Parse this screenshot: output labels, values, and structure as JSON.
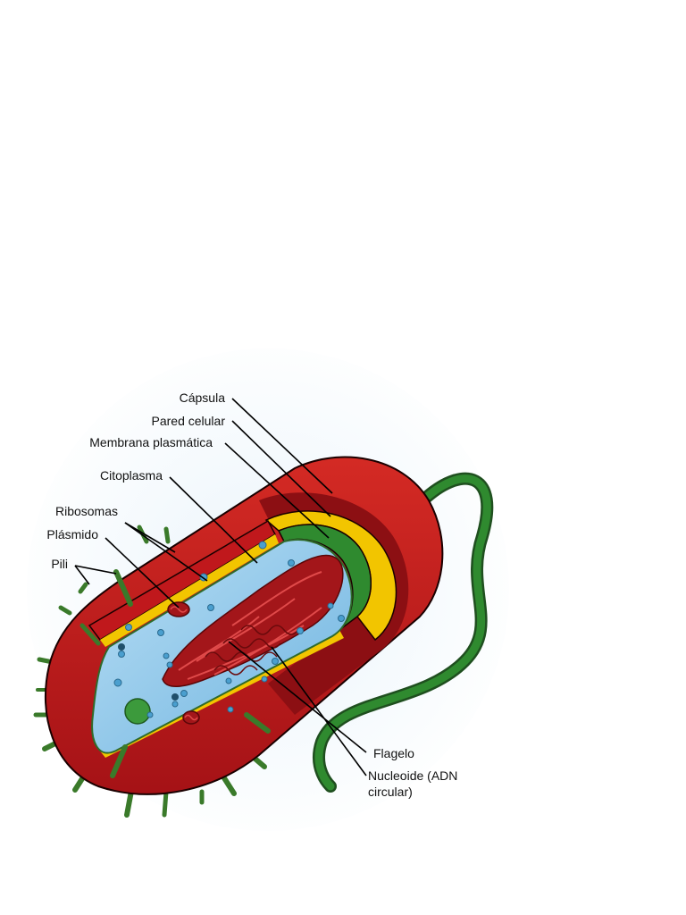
{
  "labels": {
    "capsula": "Cápsula",
    "pared": "Pared celular",
    "membrana": "Membrana plasmática",
    "citoplasma": "Citoplasma",
    "ribosomas": "Ribosomas",
    "plasmido": "Plásmido",
    "pili": "Pili",
    "flagelo": "Flagelo",
    "nucleoide_line1": "Nucleoide (ADN",
    "nucleoide_line2": "circular)"
  },
  "colors": {
    "capsule": "#c0181c",
    "capsule_dark": "#8c0f13",
    "wall": "#f2c500",
    "membrane": "#2f8a2f",
    "cytoplasm": "#8ec8ea",
    "nucleoid": "#a3161a",
    "pili": "#3a7a2a",
    "flagellum": "#2d6b2b"
  }
}
